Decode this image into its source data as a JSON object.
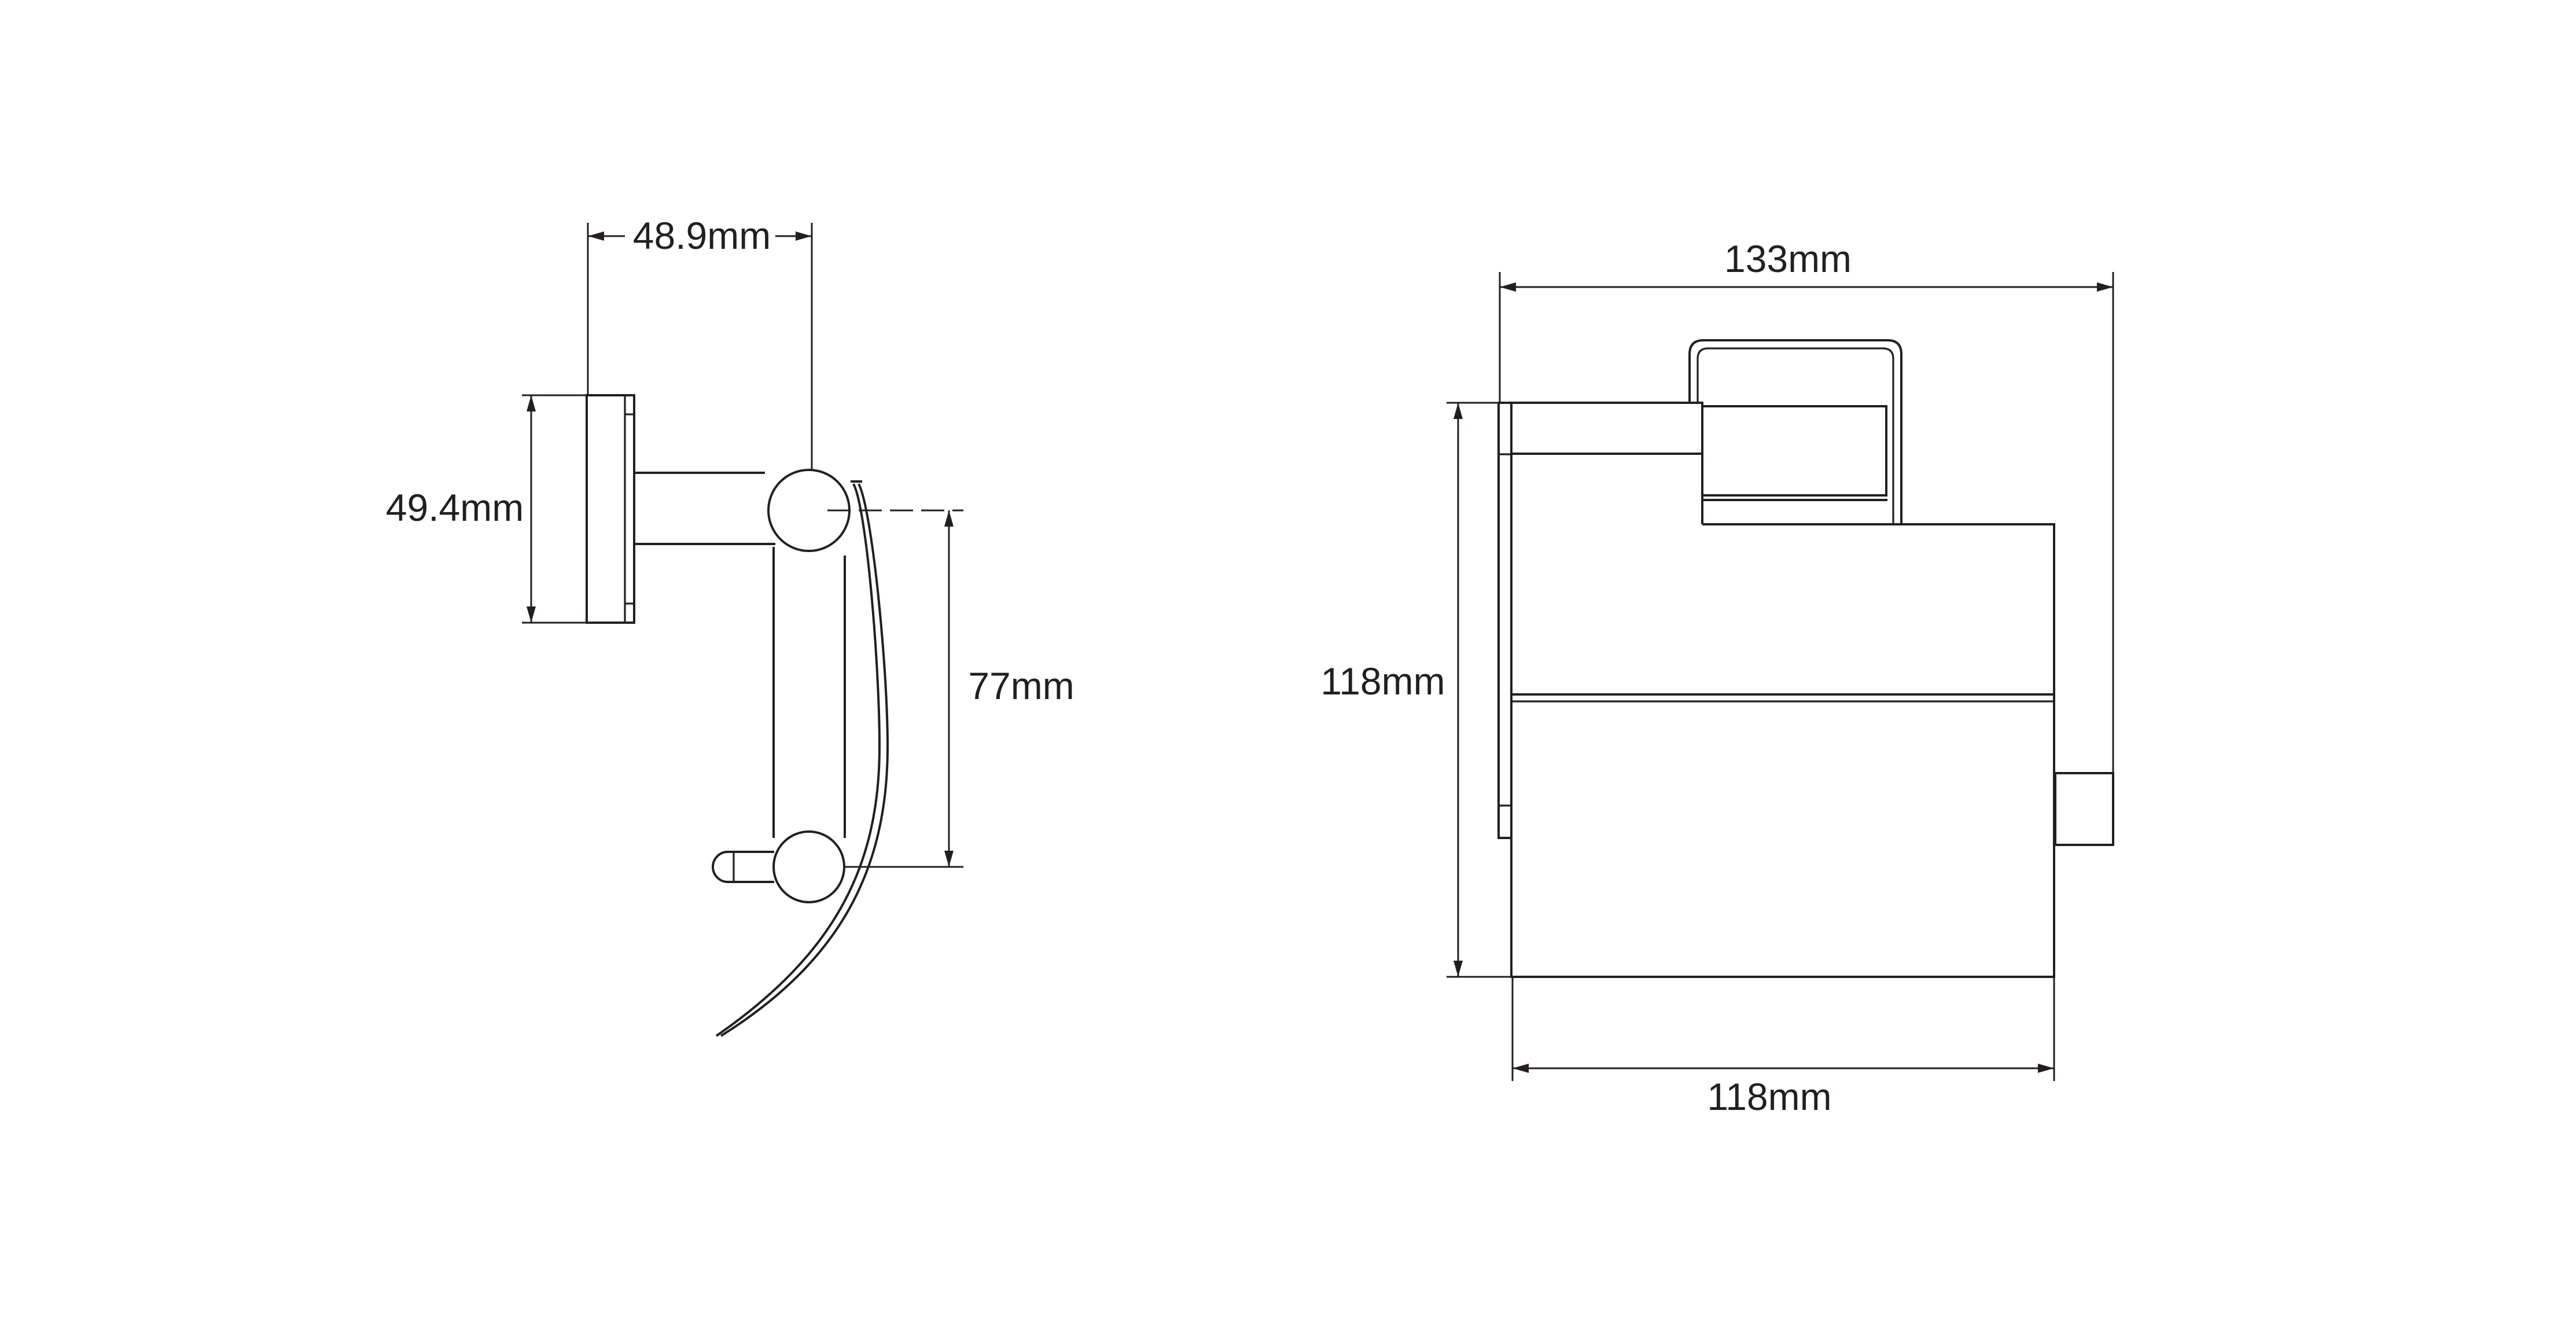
{
  "side_view": {
    "depth_dimension": "48.9mm",
    "base_height_dimension": "49.4mm",
    "roller_spacing_dimension": "77mm"
  },
  "front_view": {
    "overall_width_dimension": "133mm",
    "height_dimension": "118mm",
    "cover_width_dimension": "118mm"
  },
  "colors": {
    "line": "#231f20",
    "background": "#ffffff"
  }
}
